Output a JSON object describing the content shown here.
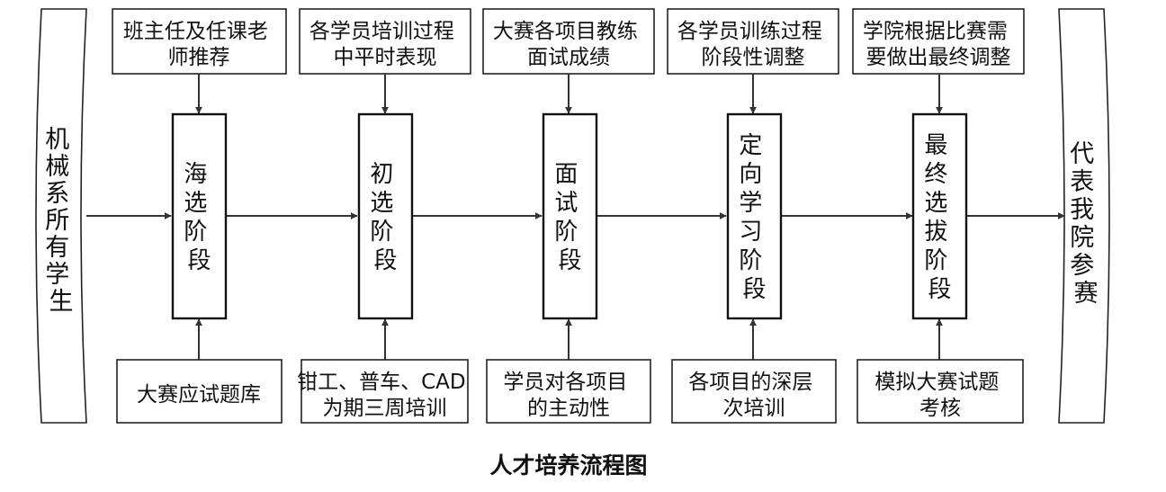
{
  "source": [
    "机",
    "械",
    "系",
    "所",
    "有",
    "学",
    "生"
  ],
  "target": [
    "代",
    "表",
    "我",
    "院",
    "参",
    "赛"
  ],
  "stages": [
    {
      "name": [
        "海",
        "选",
        "阶",
        "段"
      ],
      "top_input": [
        "班主任及任课老",
        "师推荐"
      ],
      "bottom_input": [
        "大赛应试题库"
      ]
    },
    {
      "name": [
        "初",
        "选",
        "阶",
        "段"
      ],
      "top_input": [
        "各学员培训过程",
        "中平时表现"
      ],
      "bottom_input": [
        "钳工、普车、CAD",
        "为期三周培训"
      ]
    },
    {
      "name": [
        "面",
        "试",
        "阶",
        "段"
      ],
      "top_input": [
        "大赛各项目教练",
        "面试成绩"
      ],
      "bottom_input": [
        "学员对各项目",
        "的主动性"
      ]
    },
    {
      "name": [
        "定",
        "向",
        "学",
        "习",
        "阶",
        "段"
      ],
      "top_input": [
        "各学员训练过程",
        "阶段性调整"
      ],
      "bottom_input": [
        "各项目的深层",
        "次培训"
      ]
    },
    {
      "name": [
        "最",
        "终",
        "选",
        "拔",
        "阶",
        "段"
      ],
      "top_input": [
        "学院根据比赛需",
        "要做出最终调整"
      ],
      "bottom_input": [
        "模拟大赛试题",
        "考核"
      ]
    }
  ],
  "caption": "人才培养流程图"
}
